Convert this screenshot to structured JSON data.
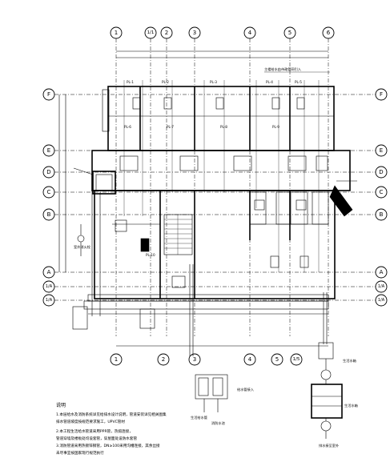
{
  "axes_top": [
    "1",
    "1/1",
    "2",
    "3",
    "4",
    "5",
    "6"
  ],
  "axes_bottom": [
    "1",
    "2",
    "3",
    "4",
    "5",
    "1/5"
  ],
  "axes_left": [
    "F",
    "E",
    "D",
    "C",
    "B",
    "A",
    "1/A",
    "1/A"
  ],
  "axes_right": [
    "F",
    "E",
    "D",
    "C",
    "B",
    "A",
    "1/A",
    "1/A"
  ],
  "room_tags": [
    "PL-1",
    "PL-2",
    "PL-3",
    "PL-4",
    "PL-5",
    "PL-6",
    "PL-7",
    "PL-8",
    "PL-9",
    "PL-10"
  ],
  "notes": {
    "title": "说明",
    "lines": [
      "1.本层给水及消防系统详见给排水设计说明，管道安装详见相关图集",
      "  排水管道坡度按规范要求施工，UPVC管材",
      "2.本工程生活给水管道采用PPR管，热熔连接，",
      "  管道穿墙及楼板处均设套管，穿屋面处设防水套管",
      "3.消防管道采用热镀锌钢管，DN≥100采用沟槽连接，其余丝接",
      "  未尽事宜按国家现行规范执行"
    ]
  },
  "legend_labels": [
    "给水管接入",
    "生活给水管",
    "消防水池",
    "生活水箱",
    "排水接至室外"
  ],
  "annotations": [
    "主楼给水由市政管网引入",
    "室外消火栓"
  ]
}
